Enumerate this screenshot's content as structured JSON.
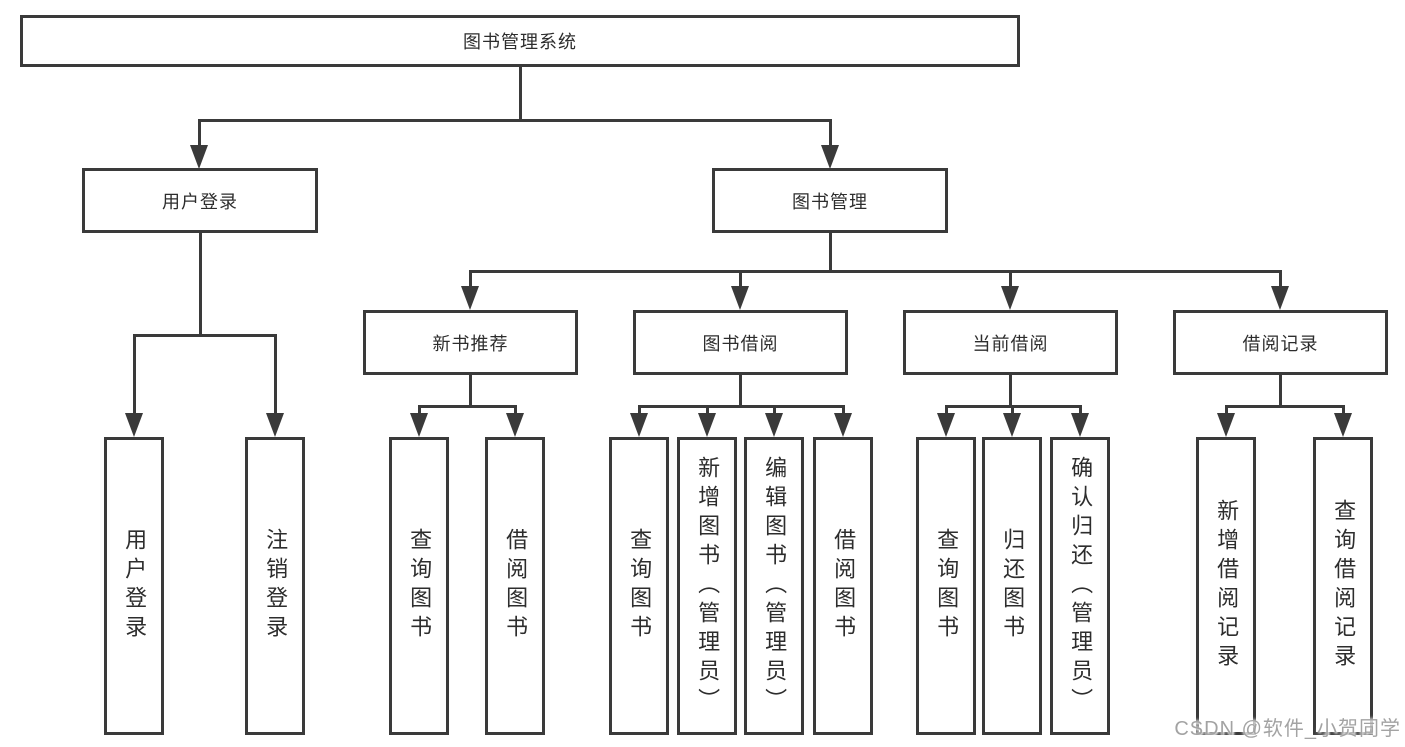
{
  "tree": {
    "root": {
      "label": "图书管理系统",
      "children": [
        {
          "label": "用户登录",
          "children": [
            {
              "label": "用户登录"
            },
            {
              "label": "注销登录"
            }
          ]
        },
        {
          "label": "图书管理",
          "children": [
            {
              "label": "新书推荐",
              "children": [
                {
                  "label": "查询图书"
                },
                {
                  "label": "借阅图书"
                }
              ]
            },
            {
              "label": "图书借阅",
              "children": [
                {
                  "label": "查询图书"
                },
                {
                  "label": "新增图书（管理员）"
                },
                {
                  "label": "编辑图书（管理员）"
                },
                {
                  "label": "借阅图书"
                }
              ]
            },
            {
              "label": "当前借阅",
              "children": [
                {
                  "label": "查询图书"
                },
                {
                  "label": "归还图书"
                },
                {
                  "label": "确认归还（管理员）"
                }
              ]
            },
            {
              "label": "借阅记录",
              "children": [
                {
                  "label": "新增借阅记录"
                },
                {
                  "label": "查询借阅记录"
                }
              ]
            }
          ]
        }
      ]
    }
  },
  "watermark": {
    "text": "CSDN @软件_小贺同学"
  },
  "colors": {
    "line": "#3a3a3a",
    "text": "#2d2d2d",
    "watermark": "#a3a3a3",
    "background": "#ffffff"
  }
}
